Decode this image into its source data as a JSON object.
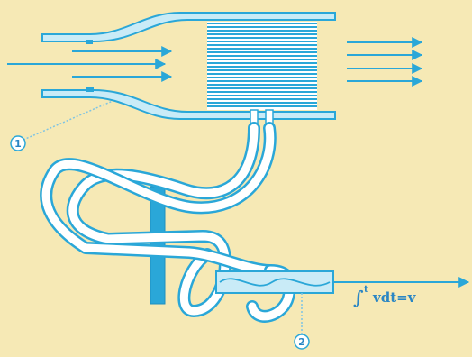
{
  "diagram": {
    "callouts": [
      {
        "label": "1"
      },
      {
        "label": "2"
      }
    ],
    "equation": {
      "integral": "∫",
      "limit": "t",
      "rest": "vdt=v"
    },
    "colors": {
      "background": "#f6e9b5",
      "stroke": "#2aa7d8",
      "accent_fill": "#2aa7d8",
      "light_fill": "#c9ebf7",
      "tube_fill": "#ffffff",
      "callout_line": "#7fc4e3"
    }
  }
}
